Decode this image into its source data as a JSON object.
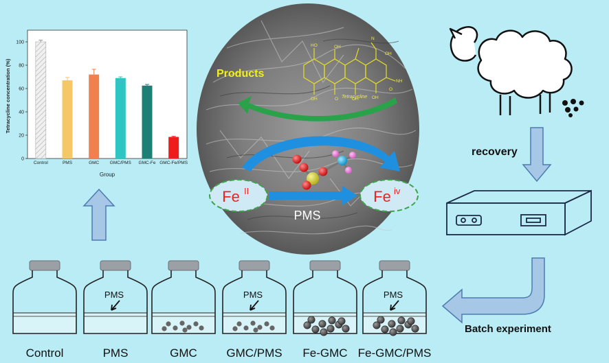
{
  "chart_data": {
    "type": "bar",
    "title": "",
    "ylabel": "Tetracycline concentration (%)",
    "xlabel": "Group",
    "ylim": [
      0,
      110
    ],
    "yticks": [
      0,
      20,
      40,
      60,
      80,
      100
    ],
    "categories": [
      "Control",
      "PMS",
      "GMC",
      "GMC/PMS",
      "GMC-Fe",
      "GMC-Fe/PMS"
    ],
    "values": [
      100,
      67,
      72,
      69,
      62.5,
      18.5
    ],
    "errors": [
      1.5,
      2.5,
      4.5,
      1,
      1,
      0.5
    ],
    "colors": [
      "#e6e6e6",
      "#f5c766",
      "#f0804e",
      "#2ec6c2",
      "#1e7f77",
      "#ee1c1c"
    ],
    "hatched": [
      true,
      false,
      false,
      false,
      false,
      false
    ]
  },
  "center": {
    "products_label": "Products",
    "molecule_label": "Tetracycline",
    "fe2_label": "Fe",
    "fe2_sup": "II",
    "fe4_label": "Fe",
    "fe4_sup": "iv",
    "pms_label": "PMS"
  },
  "flow": {
    "recovery_label": "recovery",
    "batch_label": "Batch experiment"
  },
  "bottles": [
    {
      "label": "Control",
      "pms": false,
      "particles": "none"
    },
    {
      "label": "PMS",
      "pms": true,
      "pms_text": "PMS",
      "particles": "none"
    },
    {
      "label": "GMC",
      "pms": false,
      "particles": "small"
    },
    {
      "label": "GMC/PMS",
      "pms": true,
      "pms_text": "PMS",
      "particles": "small"
    },
    {
      "label": "Fe-GMC",
      "pms": false,
      "particles": "large"
    },
    {
      "label": "Fe-GMC/PMS",
      "pms": true,
      "pms_text": "PMS",
      "particles": "large"
    }
  ],
  "colors": {
    "background": "#b9ecf4",
    "arrow_fill": "#a6c7e6",
    "arrow_stroke": "#4a7cb0",
    "products": "#f2ef1e",
    "fe_red": "#ee2222",
    "green_arrow": "#2aa24a",
    "blue_arrow": "#1f8fe0"
  }
}
